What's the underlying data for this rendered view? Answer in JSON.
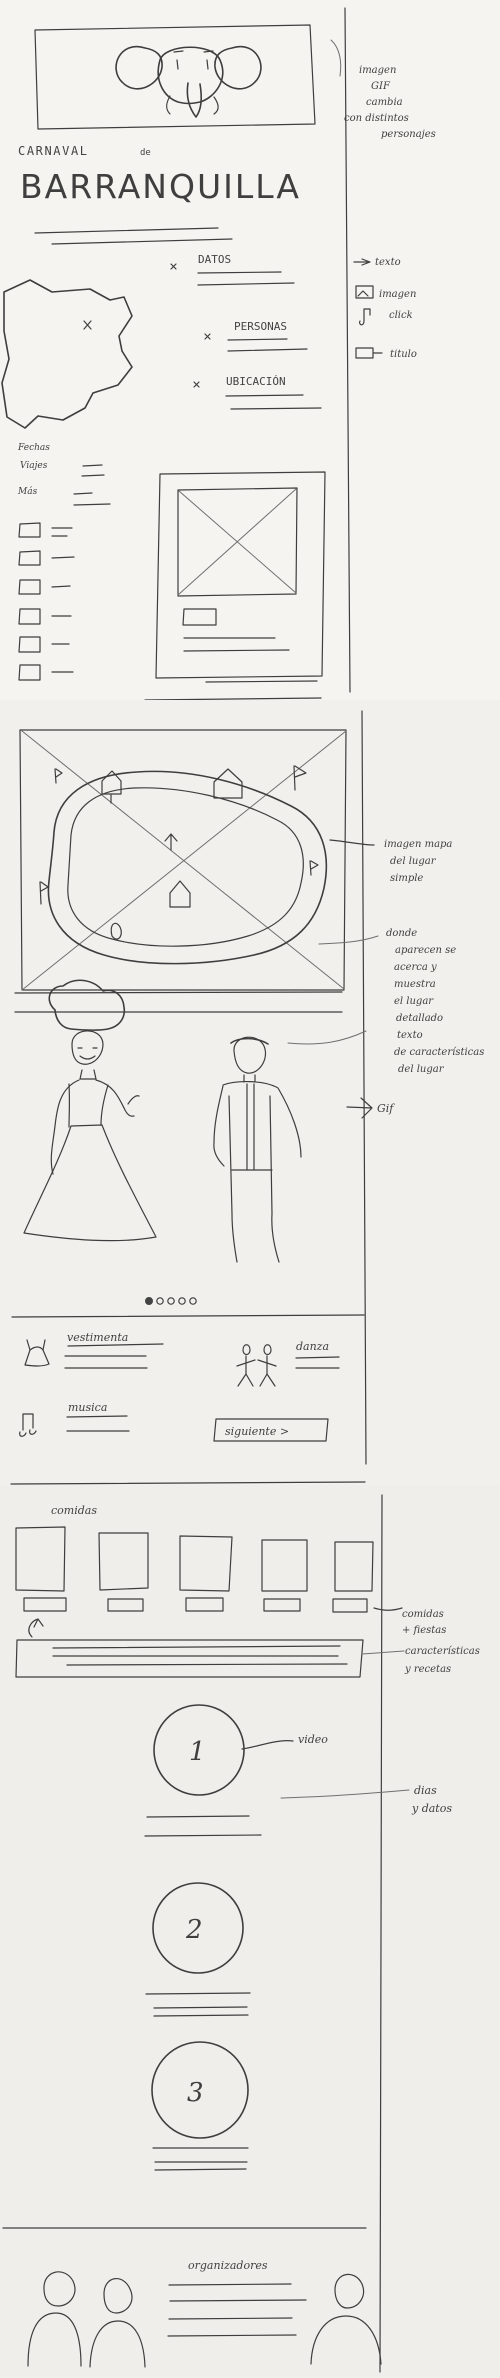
{
  "header": {
    "annotation_lines": [
      "imagen",
      "GIF",
      "cambia",
      "con distintos",
      "personajes"
    ],
    "title_small_left": "CARNAVAL",
    "title_small_de": "de",
    "title_big": "BARRANQUILLA"
  },
  "info_panel": {
    "items": [
      "DATOS",
      "PERSONAS",
      "UBICACIÓN"
    ]
  },
  "legend": {
    "items": [
      "texto",
      "imagen",
      "click",
      "titulo"
    ]
  },
  "dates": {
    "title_lines": [
      "Fechas",
      "Viajes",
      "Más"
    ]
  },
  "map_section": {
    "annotations": [
      "imagen mapa",
      "del lugar",
      "simple"
    ],
    "detail_lines": [
      "donde",
      "aparecen se",
      "acerca y",
      "muestra",
      "el lugar",
      "detallado",
      "texto",
      "de características",
      "del lugar"
    ]
  },
  "characters": {
    "gif_label": "Gif"
  },
  "features": {
    "vestimenta": "vestimenta",
    "danza": "danza",
    "musica": "musica",
    "next_button": "siguiente >"
  },
  "food": {
    "title": "comidas",
    "annotation_lines": [
      "comidas",
      "+ fiestas"
    ],
    "recipes_lines": [
      "características",
      "y recetas"
    ]
  },
  "media": {
    "video": "video",
    "days_lines": [
      "dias",
      "y datos"
    ],
    "numbers": [
      "1",
      "2",
      "3"
    ]
  },
  "footer": {
    "title": "organizadores"
  }
}
